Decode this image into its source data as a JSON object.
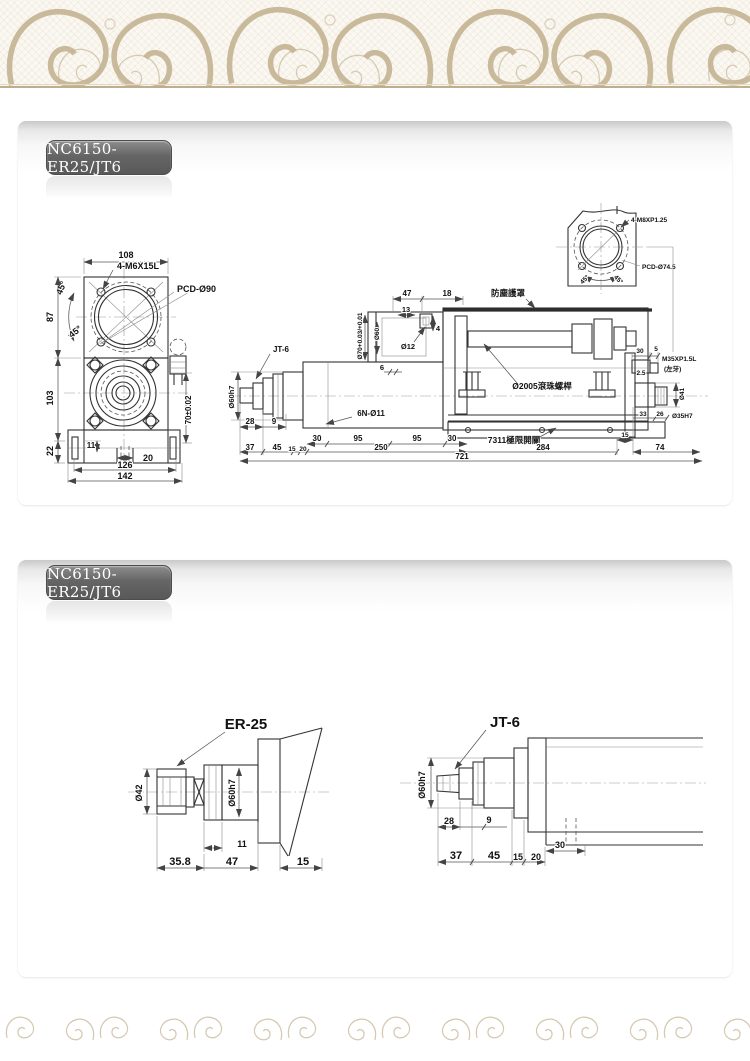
{
  "badge": {
    "label": "NC6150-ER25/JT6"
  },
  "colors": {
    "badge_bg": "#656565",
    "ornament_tan": "#c5b493",
    "line": "#333333",
    "card_top": "#c9c9c9"
  },
  "d1": {
    "front": {
      "w108": "108",
      "m6": "4-M6X15L",
      "pcd": "PCD-Ø90",
      "a45a": "45°",
      "a45b": "45°",
      "h87": "87",
      "h103": "103",
      "h22": "22",
      "tol70": "70±0.02",
      "n11": "11",
      "n20": "20",
      "n126": "126",
      "n142": "142"
    },
    "side": {
      "jt6": "JT-6",
      "d60h7": "Ø60h7",
      "n47": "47",
      "n18": "18",
      "n13": "13",
      "d60": "Ø60",
      "d70": "Ø70+0.03/+0.01",
      "d12": "Ø12",
      "n4": "4",
      "n6": "6",
      "dust": "防塵護罩",
      "screw": "Ø2005滾珠螺桿",
      "holes": "6N-Ø11",
      "limit": "7311極限開關",
      "n28": "28",
      "n9": "9",
      "n30a": "30",
      "n95a": "95",
      "n95b": "95",
      "n30b": "30",
      "n250": "250",
      "n37": "37",
      "n45": "45",
      "n15a": "15",
      "n20a": "20",
      "n721": "721",
      "n284": "284",
      "n15b": "15",
      "n74": "74",
      "n30c": "30",
      "n5": "5",
      "n25": "2.5",
      "m35": "M35XP1.5L",
      "lh": "(左牙)",
      "d41": "Ø41",
      "n33": "33",
      "n26": "26",
      "d35": "Ø35H7"
    },
    "flange": {
      "m8": "4-M8XP1.25",
      "pcd": "PCD-Ø74.5",
      "a45a": "45°",
      "a45b": "45°"
    }
  },
  "d2": {
    "er25": {
      "title": "ER-25",
      "d42": "Ø42",
      "d60h7": "Ø60h7",
      "n11": "11",
      "n358": "35.8",
      "n47": "47",
      "n15": "15"
    },
    "jt6": {
      "title": "JT-6",
      "d60h7": "Ø60h7",
      "n28": "28",
      "n9": "9",
      "n37": "37",
      "n45": "45",
      "n15": "15",
      "n20": "20",
      "n30": "30"
    }
  }
}
